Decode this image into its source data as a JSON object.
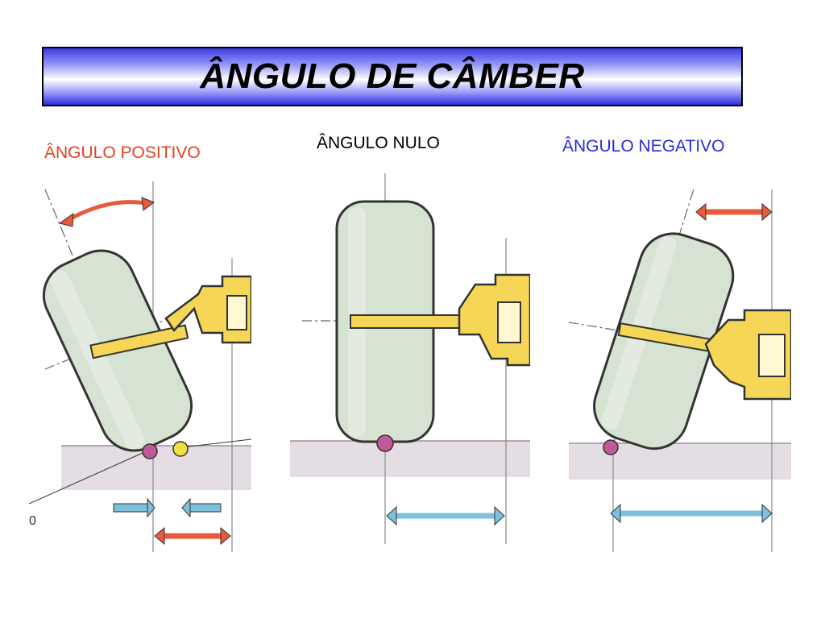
{
  "title": "ÂNGULO DE CÂMBER",
  "panels": {
    "positive": {
      "label": "ÂNGULO POSITIVO",
      "edge_glyph": "0"
    },
    "null": {
      "label": "ÂNGULO NULO"
    },
    "negative": {
      "label": "ÂNGULO NEGATIVO"
    }
  },
  "colors": {
    "title_gradient_dark": "#3030e0",
    "positive_label": "#e8401c",
    "negative_label": "#2a2ae0",
    "tire": "#d6e2d2",
    "knuckle": "#f5d656",
    "red_arrow": "#e85a3a",
    "blue_arrow": "#7cc0dc",
    "ground": "#e4dde4",
    "contact_pink": "#c05a9a",
    "contact_yellow": "#f0e040"
  }
}
